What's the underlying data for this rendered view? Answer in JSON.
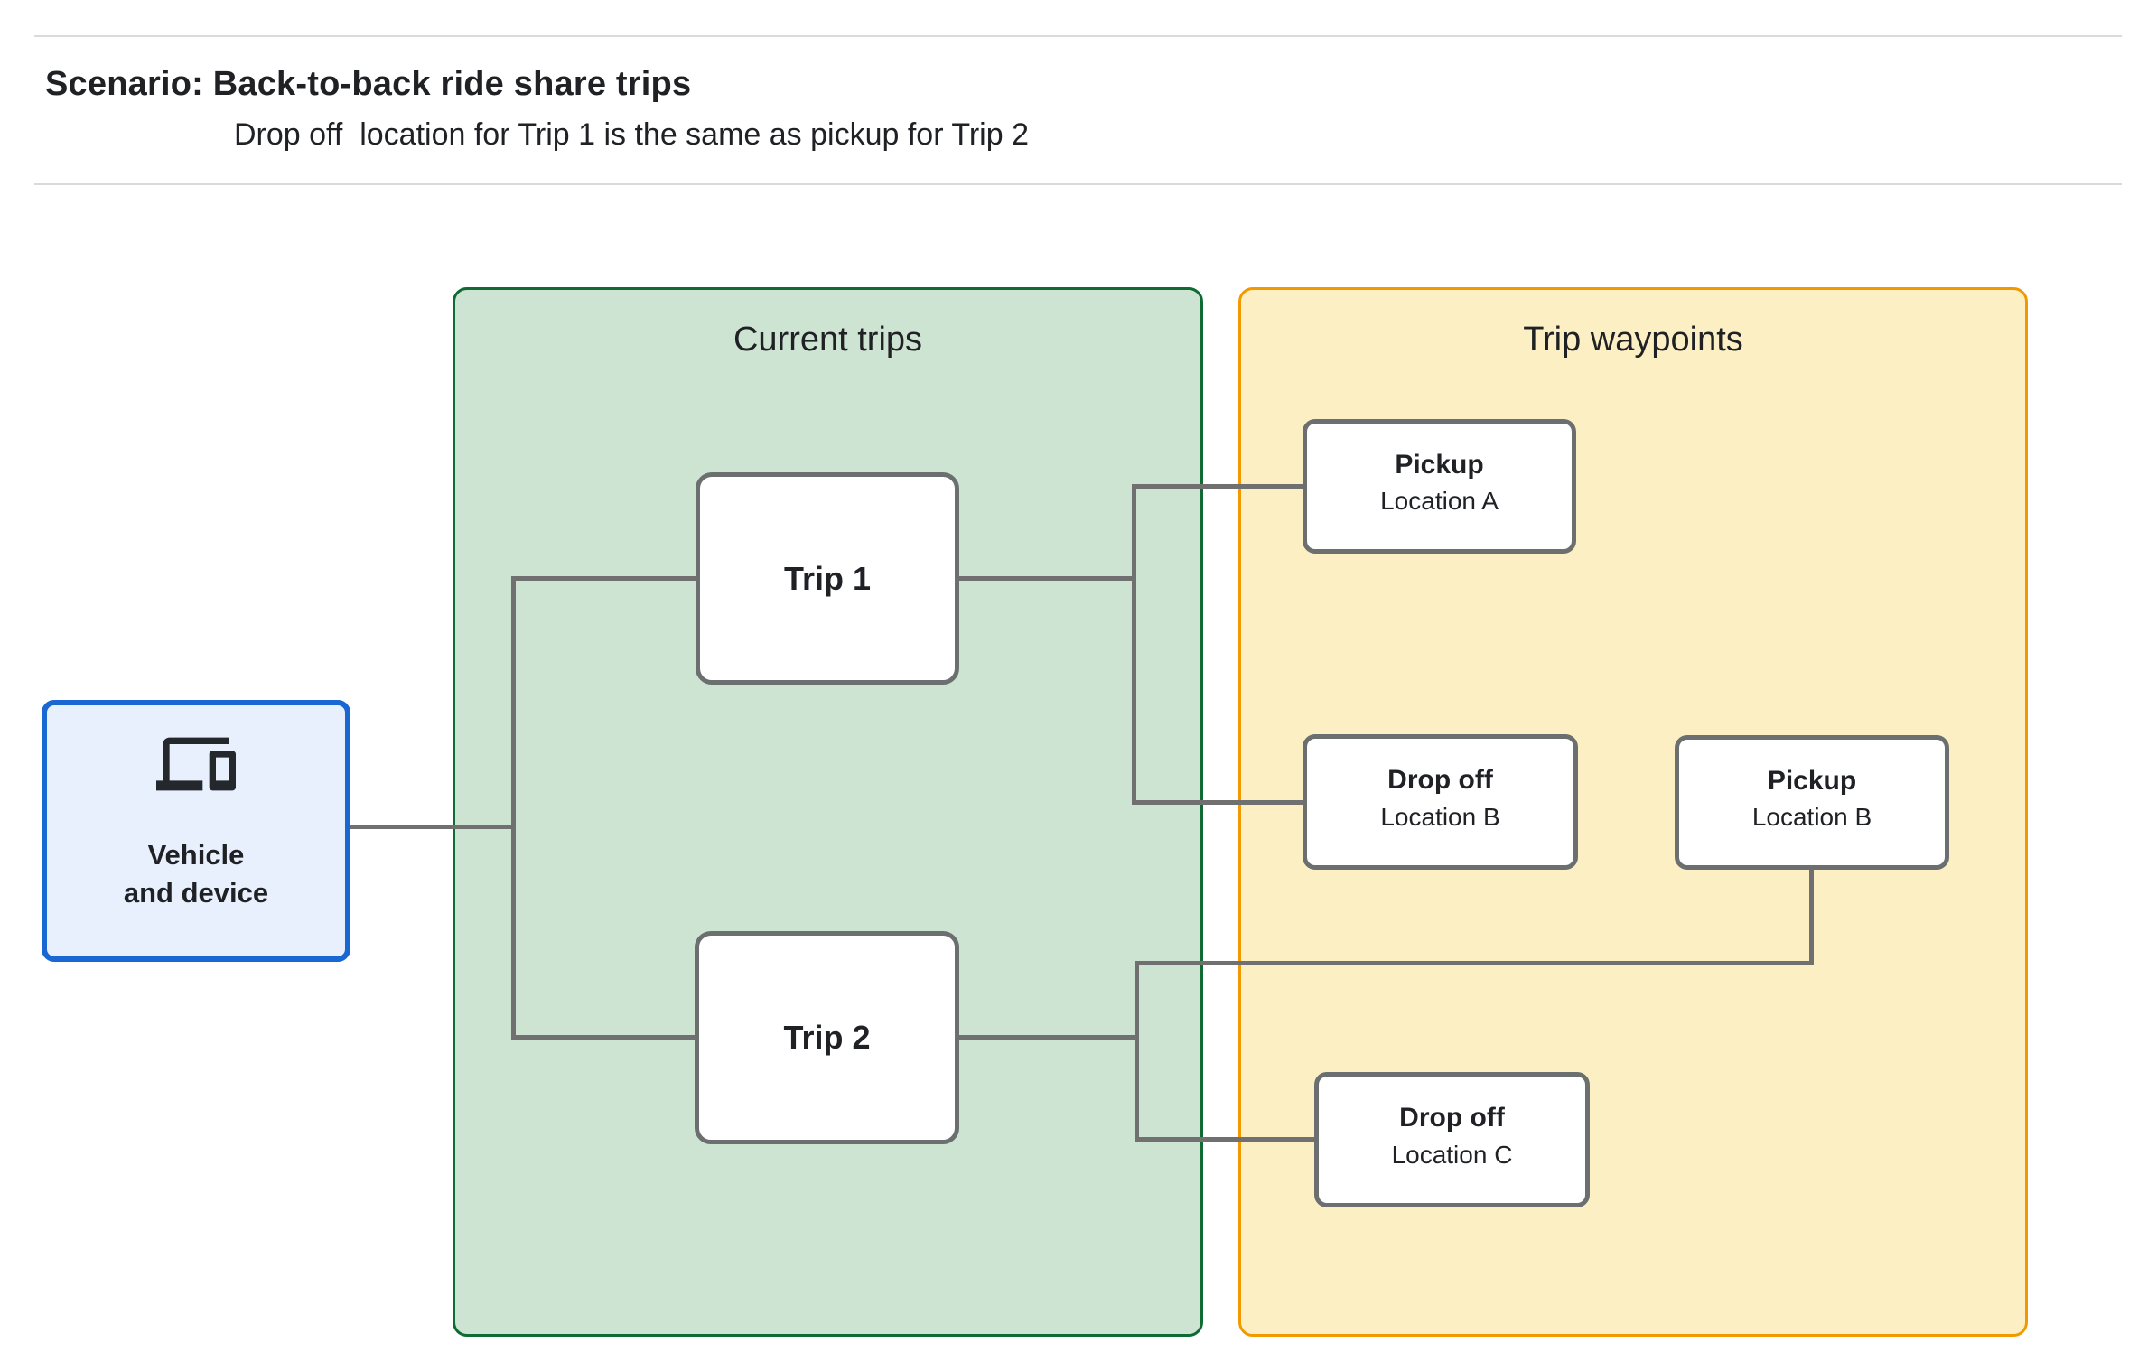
{
  "header": {
    "title": "Scenario: Back-to-back ride share trips",
    "subtitle": "Drop off  location for Trip 1 is the same as pickup for Trip 2"
  },
  "vehicle": {
    "label_line1": "Vehicle",
    "label_line2": "and device",
    "icon": "devices-icon"
  },
  "panels": {
    "current_trips": {
      "title": "Current trips"
    },
    "trip_waypoints": {
      "title": "Trip waypoints"
    }
  },
  "trips": [
    {
      "label": "Trip 1"
    },
    {
      "label": "Trip 2"
    }
  ],
  "waypoints": [
    {
      "title": "Pickup",
      "subtitle": "Location A"
    },
    {
      "title": "Drop off",
      "subtitle": "Location B"
    },
    {
      "title": "Pickup",
      "subtitle": "Location B"
    },
    {
      "title": "Drop off",
      "subtitle": "Location C"
    }
  ],
  "edges": [
    {
      "from": "vehicle-and-device",
      "to": "trip-1"
    },
    {
      "from": "vehicle-and-device",
      "to": "trip-2"
    },
    {
      "from": "trip-1",
      "to": "pickup-location-a"
    },
    {
      "from": "trip-1",
      "to": "dropoff-location-b"
    },
    {
      "from": "trip-2",
      "to": "pickup-location-b"
    },
    {
      "from": "trip-2",
      "to": "dropoff-location-c"
    }
  ],
  "colors": {
    "vehicle_fill": "#E8F0FE",
    "vehicle_border": "#1967D2",
    "trips_panel_fill": "#CEE4D2",
    "trips_panel_border": "#0F6B33",
    "waypoints_panel_fill": "#FCEFC4",
    "waypoints_panel_border": "#F29900",
    "node_fill": "#FFFFFF",
    "node_border": "#6B6F70",
    "connector": "#707070",
    "divider": "#DADADA",
    "text": "#1F2125"
  }
}
